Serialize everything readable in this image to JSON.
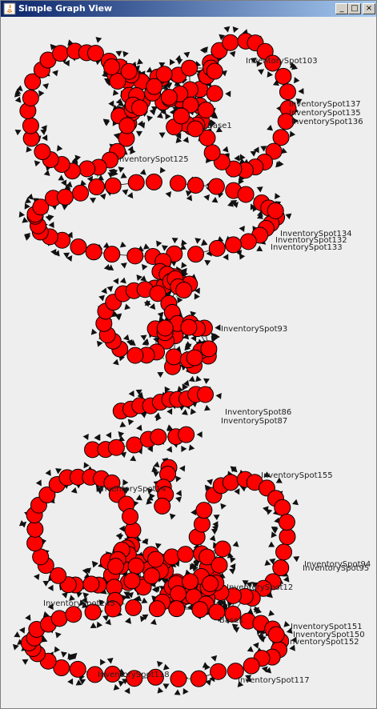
{
  "window": {
    "title": "Simple Graph View",
    "buttons": {
      "minimize": "_",
      "maximize": "□",
      "close": "×"
    }
  },
  "graph": {
    "node_color": "#ff0000",
    "edge_color": "#333333",
    "dashed_edge_color": "#22aa22",
    "labels": [
      "InventorySpot103",
      "InventorySpot137",
      "InventorySpot135",
      "InventorySpot136",
      "Base1",
      "InventorySpot125",
      "InventorySpot134",
      "InventorySpot132",
      "InventorySpot133",
      "InventorySpot93",
      "InventorySpot86",
      "InventorySpot87",
      "InventorySpot14",
      "InventorySpot155",
      "InventorySpot94",
      "InventorySpot95",
      "InventorySpot12",
      "InventorySpot145",
      "Base1",
      "InventorySpot151",
      "InventorySpot150",
      "InventorySpot152",
      "InventorySpot118",
      "InventorySpot117"
    ]
  }
}
